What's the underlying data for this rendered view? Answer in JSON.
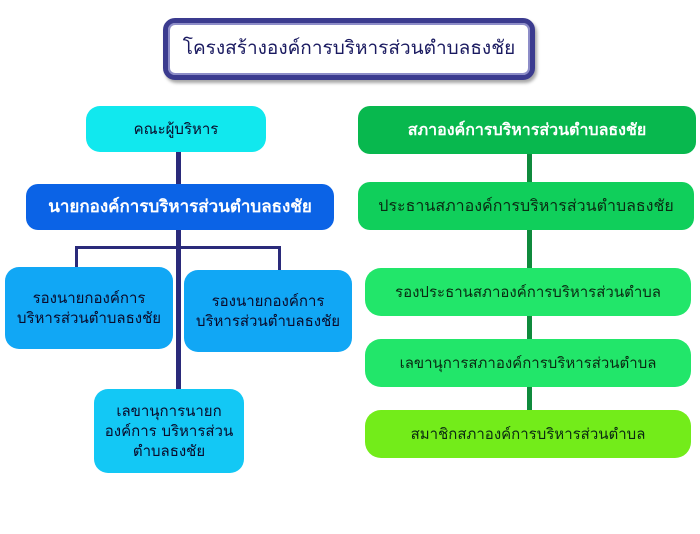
{
  "title": "โครงสร้างองค์การบริหารส่วนตำบลธงชัย",
  "executive": {
    "header": "คณะผู้บริหาร",
    "mayor": "นายกองค์การบริหารส่วนตำบลธงชัย",
    "deputy_left": "รองนายกองค์การ บริหารส่วนตำบลธงชัย",
    "deputy_right": "รองนายกองค์การ บริหารส่วนตำบลธงชัย",
    "secretary": "เลขานุการนายกองค์การ บริหารส่วนตำบลธงชัย"
  },
  "council": {
    "header": "สภาองค์การบริหารส่วนตำบลธงชัย",
    "president": "ประธานสภาองค์การบริหารส่วนตำบลธงชัย",
    "vice_president": "รองประธานสภาองค์การบริหารส่วนตำบล",
    "secretary": "เลขานุการสภาองค์การบริหารส่วนตำบล",
    "members": "สมาชิกสภาองค์การบริหารส่วนตำบล"
  }
}
